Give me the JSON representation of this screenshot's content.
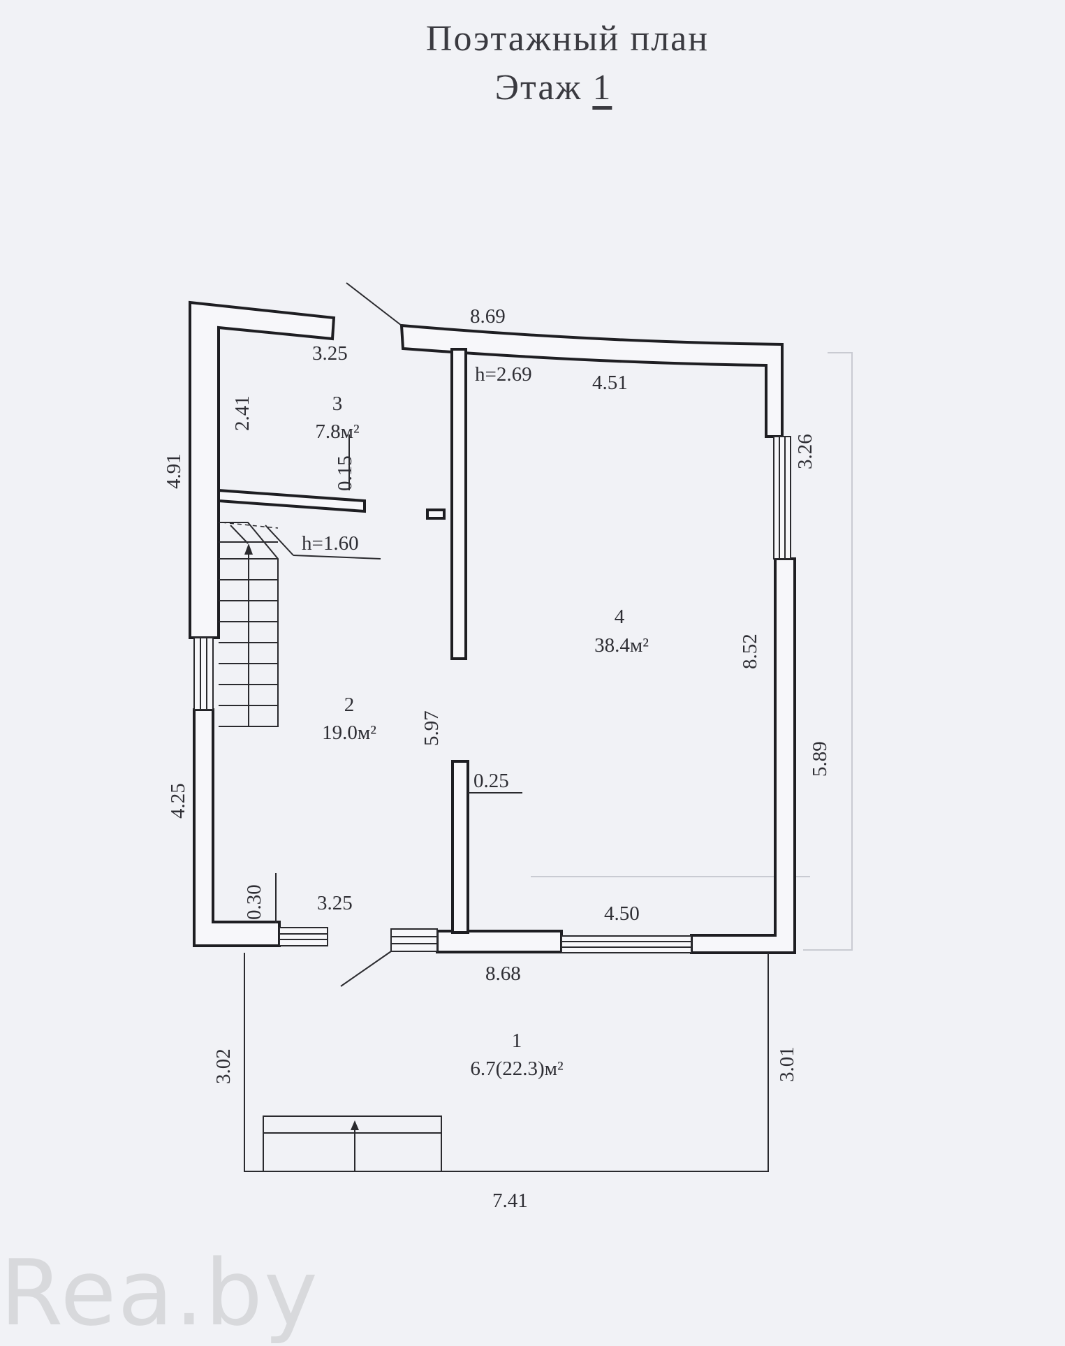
{
  "title": "Поэтажный план",
  "subtitle_prefix": "Этаж",
  "floor_number": "1",
  "rooms": [
    {
      "number": "1",
      "area": "6.7(22.3)м²"
    },
    {
      "number": "2",
      "area": "19.0м²"
    },
    {
      "number": "3",
      "area": "7.8м²"
    },
    {
      "number": "4",
      "area": "38.4м²"
    }
  ],
  "dimensions": {
    "top_total": "8.69",
    "room3_width": "3.25",
    "room4_height_label": "h=2.69",
    "room4_width": "4.51",
    "room3_depth": "2.41",
    "left_upper": "4.91",
    "partition_thickness": "0.15",
    "stair_height_label": "h=1.60",
    "right_upper": "3.26",
    "room4_depth": "8.52",
    "hall_depth": "5.97",
    "wall_thickness": "0.25",
    "right_lower": "5.89",
    "left_lower": "4.25",
    "wall_offset": "0.30",
    "room2_width": "3.25",
    "room4_bottom_width": "4.50",
    "bottom_total": "8.68",
    "terrace_left": "3.02",
    "terrace_right": "3.01",
    "terrace_width": "7.41"
  },
  "watermark": "Rea.by"
}
